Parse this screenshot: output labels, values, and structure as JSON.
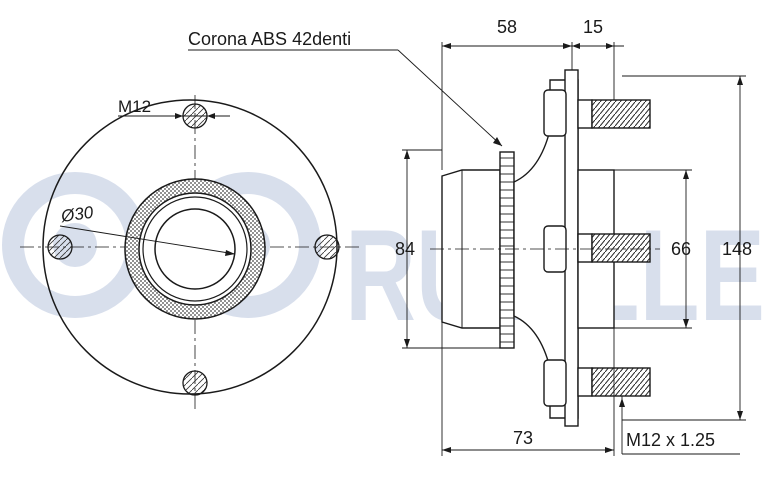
{
  "brand": {
    "watermark": "RUVILLE",
    "color": "#b9c5de"
  },
  "labels": {
    "abs_ring": "Corona ABS 42denti",
    "stud_thread_front": "M12",
    "bore": "Ø30",
    "flange_offset": "58",
    "stud_base": "15",
    "pilot_diameter": "84",
    "hub_diameter": "66",
    "flange_diameter": "148",
    "overall_length": "73",
    "stud_thread": "M12 x 1.25"
  },
  "colors": {
    "line": "#1a1a1a",
    "hatch": "#555555"
  }
}
